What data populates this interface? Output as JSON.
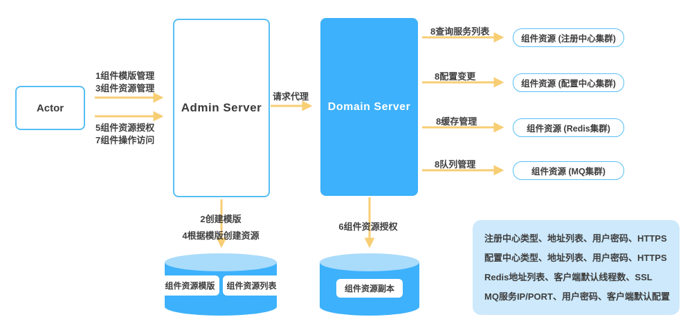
{
  "diagram_title": "Admin Server / Domain Server component resource architecture",
  "colors": {
    "primary_blue": "#3db1fb",
    "border_blue": "#55bef5",
    "cylinder_top_blue": "#a9dbfb",
    "arrow_yellow": "#f7ce74",
    "info_box_bg": "#cde9fb",
    "text_dark": "#3c3c3c"
  },
  "nodes": {
    "actor": "Actor",
    "admin_server": "Admin Server",
    "domain_server": "Domain Server"
  },
  "clusters": [
    {
      "label": "组件资源 (注册中心集群)"
    },
    {
      "label": "组件资源 (配置中心集群)"
    },
    {
      "label": "组件资源 (Redis集群)"
    },
    {
      "label": "组件资源 (MQ集群)"
    }
  ],
  "flows": {
    "actor_admin_top_line1": "1组件模版管理",
    "actor_admin_top_line2": "3组件资源管理",
    "actor_admin_bottom_line1": "5组件资源授权",
    "actor_admin_bottom_line2": "7组件操作访问",
    "request_proxy": "请求代理",
    "query_service_list": "8查询服务列表",
    "config_change": "8配置变更",
    "cache_manage": "8缓存管理",
    "queue_manage": "8队列管理",
    "create_template": "2创建模版",
    "create_resource_from_template": "4根据模版创建资源",
    "component_resource_authorize": "6组件资源授权"
  },
  "databases": {
    "admin_db": {
      "items": [
        {
          "label": "组件资源模版"
        },
        {
          "label": "组件资源列表"
        }
      ]
    },
    "domain_db": {
      "items": [
        {
          "label": "组件资源副本"
        }
      ]
    }
  },
  "info_box": {
    "lines": [
      "注册中心类型、地址列表、用户密码、HTTPS",
      "配置中心类型、地址列表、用户密码、HTTPS",
      "Redis地址列表、客户端默认线程数、SSL",
      "MQ服务IP/PORT、用户密码、客户端默认配置"
    ]
  }
}
